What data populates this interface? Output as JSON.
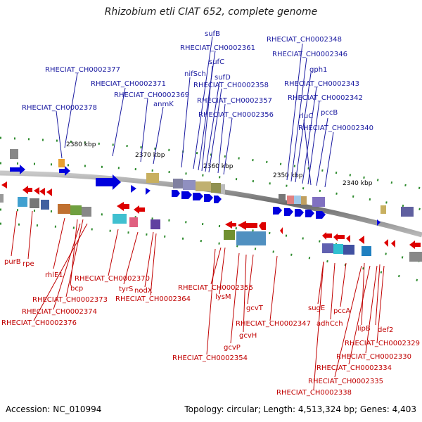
{
  "title": "Rhizobium etli CIAT 652, complete genome",
  "footer": {
    "accession": "Accession: NC_010994",
    "summary": "Topology: circular; Length: 4,513,324 bp; Genes: 4,403"
  },
  "ticks": [
    "2380 kbp",
    "2370 kbp",
    "2360 kbp",
    "2350 kbp",
    "2340 kbp"
  ],
  "colors": {
    "plus_strand": "#0000dd",
    "minus_strand": "#dd0000",
    "plus_label": "#1a1aa0",
    "minus_label": "#c00000"
  },
  "plus_labels": [
    "RHECIAT_CH0002377",
    "RHECIAT_CH0002378",
    "RHECIAT_CH0002371",
    "RHECIAT_CH0002369",
    "anmK",
    "nifSch",
    "sufB",
    "RHECIAT_CH0002361",
    "sufC",
    "sufD",
    "RHECIAT_CH0002358",
    "RHECIAT_CH0002357",
    "RHECIAT_CH0002356",
    "RHECIAT_CH0002348",
    "RHECIAT_CH0002346",
    "gph1",
    "RHECIAT_CH0002343",
    "RHECIAT_CH0002342",
    "rluC",
    "pccB",
    "RHECIAT_CH0002340"
  ],
  "minus_labels": [
    "purB",
    "rpe",
    "rhlE1",
    "bcp",
    "RHECIAT_CH0002373",
    "RHECIAT_CH0002374",
    "RHECIAT_CH0002376",
    "RHECIAT_CH0002370",
    "tyrS",
    "nodX",
    "RHECIAT_CH0002364",
    "RHECIAT_CH0002355",
    "lysM",
    "gcvT",
    "RHECIAT_CH0002347",
    "gcvH",
    "gcvP",
    "RHECIAT_CH0002354",
    "sugE",
    "adhCch",
    "pccA",
    "lipB",
    "def2",
    "RHECIAT_CH0002329",
    "RHECIAT_CH0002330",
    "RHECIAT_CH0002334",
    "RHECIAT_CH0002335",
    "RHECIAT_CH0002338"
  ]
}
